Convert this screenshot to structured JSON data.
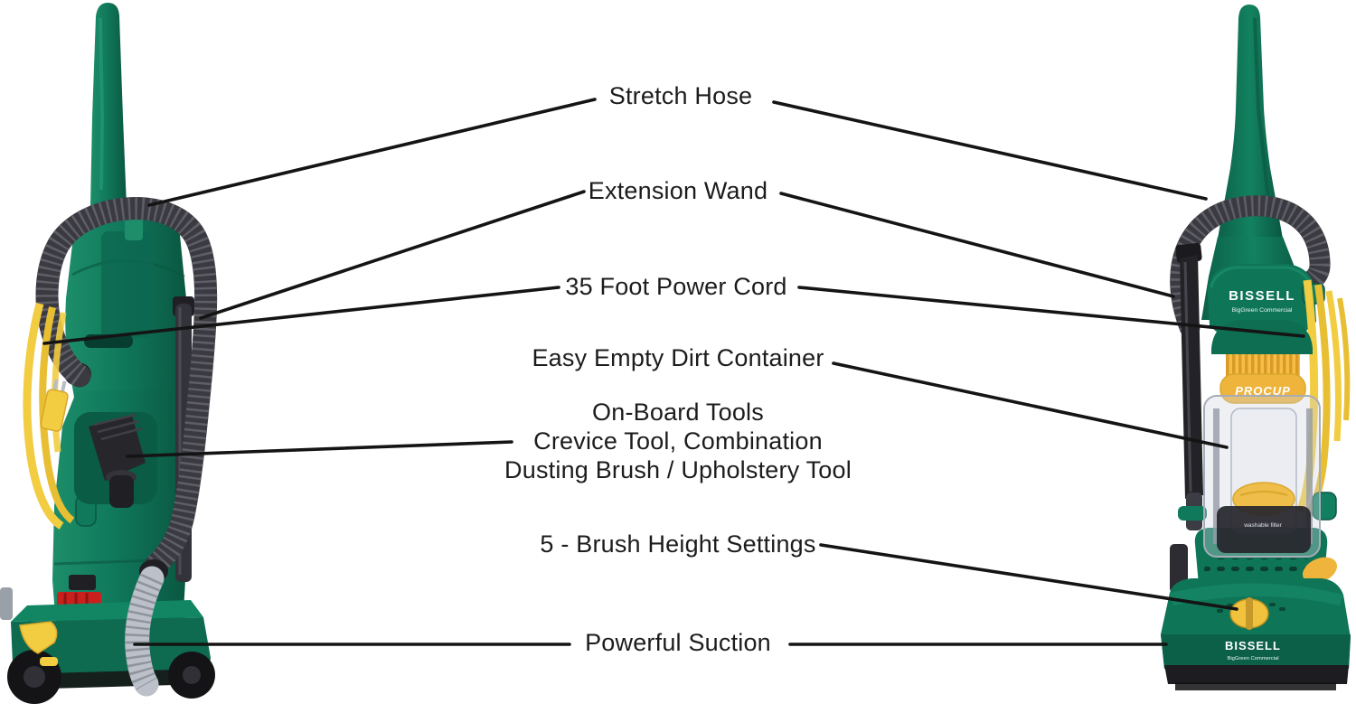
{
  "figure": {
    "type": "annotated-product-diagram",
    "background": "#ffffff",
    "line_color": "#141414",
    "text_color": "#1c1c1c"
  },
  "callouts": {
    "stretch_hose": "Stretch Hose",
    "extension_wand": "Extension Wand",
    "power_cord": "35 Foot Power Cord",
    "dirt_container": "Easy Empty Dirt Container",
    "onboard_line1": "On-Board Tools",
    "onboard_line2": "Crevice Tool, Combination",
    "onboard_line3": "Dusting Brush / Upholstery Tool",
    "brush_height": "5 - Brush Height Settings",
    "powerful_suction": "Powerful Suction"
  },
  "product": {
    "brand": "BISSELL",
    "sub_brand": "BigGreen Commercial",
    "dirt_cup_label": "PROCUP",
    "filter_label": "washable filter",
    "colors": {
      "body_green": "#10795B",
      "body_green_light": "#1D8E69",
      "body_green_dark": "#0A5741",
      "cord_yellow": "#F2CC41",
      "accent_yellow": "#EFB43C",
      "hose_charcoal": "#3A3A40",
      "lower_hose_gray": "#BCC0C9",
      "tool_black": "#1F1F24",
      "bumper_red": "#C9201D"
    }
  }
}
